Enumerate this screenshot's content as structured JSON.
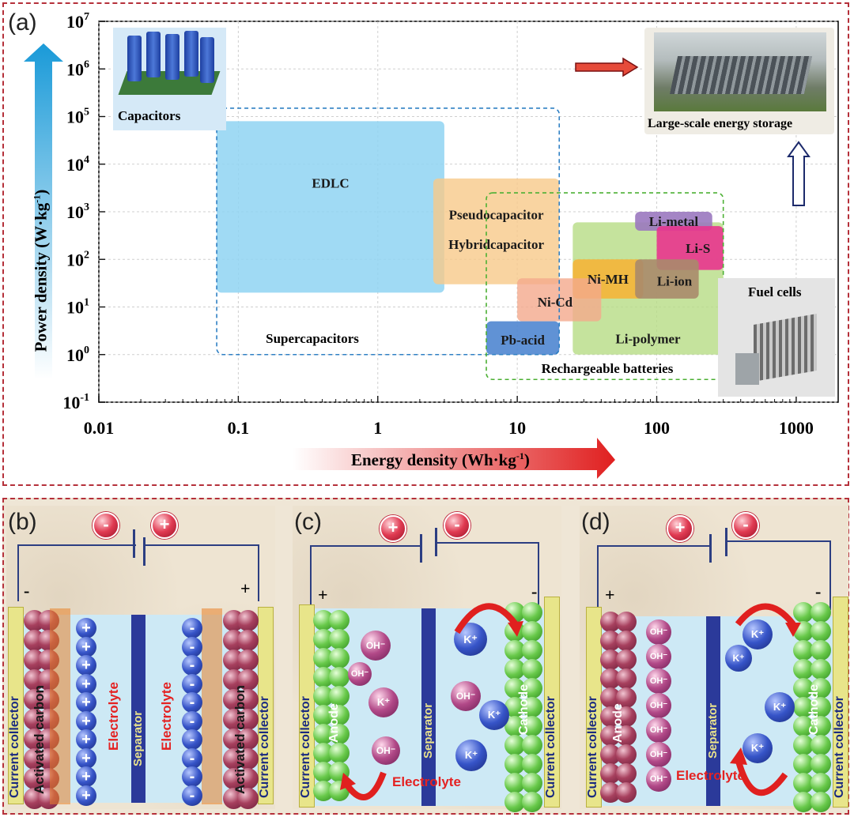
{
  "panel_a": {
    "label": "(a)",
    "ylabel": "Power density (W·kg",
    "ylabel_sup": "-1",
    "ylabel_end": ")",
    "xlabel": "Energy density (Wh·kg",
    "xlabel_sup": "-1",
    "xlabel_end": ")",
    "x_ticks": [
      "0.01",
      "0.1",
      "1",
      "10",
      "100",
      "1000"
    ],
    "y_ticks": [
      {
        "base": "10",
        "exp": "7"
      },
      {
        "base": "10",
        "exp": "6"
      },
      {
        "base": "10",
        "exp": "5"
      },
      {
        "base": "10",
        "exp": "4"
      },
      {
        "base": "10",
        "exp": "3"
      },
      {
        "base": "10",
        "exp": "2"
      },
      {
        "base": "10",
        "exp": "1"
      },
      {
        "base": "10",
        "exp": "0"
      },
      {
        "base": "10",
        "exp": "-1"
      }
    ],
    "capacitors_caption": "Capacitors",
    "large_scale_caption": "Large-scale energy storage",
    "fuel_cells_caption": "Fuel cells",
    "supercapacitors_label": "Supercapacitors",
    "rechargeable_label": "Rechargeable batteries",
    "colors": {
      "edlc": "#8fd3f2",
      "pseudo": "#f8c98a",
      "lipoly": "#b7dc84",
      "nimh": "#f7b233",
      "nicd": "#f4a98c",
      "pbacid": "#4f86d0",
      "limetal": "#9a78bf",
      "lis": "#e8348e",
      "liion": "#a9896b"
    }
  },
  "chart_data": {
    "type": "area",
    "x_scale": "log",
    "y_scale": "log",
    "xlim": [
      0.01,
      2000
    ],
    "ylim": [
      0.1,
      10000000
    ],
    "regions": [
      {
        "name": "EDLC",
        "x": [
          0.07,
          3
        ],
        "y": [
          20,
          80000
        ]
      },
      {
        "name": "Pseudocapacitor",
        "x": [
          2.5,
          20
        ],
        "y": [
          30,
          5000
        ]
      },
      {
        "name": "Hybridcapacitor",
        "x": [
          2.5,
          20
        ],
        "y": [
          30,
          5000
        ]
      },
      {
        "name": "Li-polymer",
        "x": [
          25,
          300
        ],
        "y": [
          1,
          600
        ]
      },
      {
        "name": "Ni-MH",
        "x": [
          25,
          80
        ],
        "y": [
          15,
          100
        ]
      },
      {
        "name": "Ni-Cd",
        "x": [
          10,
          40
        ],
        "y": [
          5,
          40
        ]
      },
      {
        "name": "Pb-acid",
        "x": [
          6,
          20
        ],
        "y": [
          1,
          5
        ]
      },
      {
        "name": "Li-metal",
        "x": [
          70,
          250
        ],
        "y": [
          400,
          1000
        ]
      },
      {
        "name": "Li-S",
        "x": [
          100,
          300
        ],
        "y": [
          60,
          500
        ]
      },
      {
        "name": "Li-ion",
        "x": [
          70,
          200
        ],
        "y": [
          15,
          100
        ]
      }
    ],
    "groups": [
      {
        "name": "Supercapacitors",
        "x": [
          0.07,
          20
        ],
        "y": [
          1,
          150000
        ]
      },
      {
        "name": "Rechargeable batteries",
        "x": [
          6,
          300
        ],
        "y": [
          0.3,
          2500
        ]
      }
    ]
  },
  "panel_b": {
    "label": "(b)",
    "minus": "-",
    "plus": "+",
    "neg": "-",
    "pos": "+",
    "current_collector": "Current collector",
    "activated_carbon": "Activated carbon",
    "electrolyte": "Electrolyte",
    "separator": "Separator"
  },
  "panel_c": {
    "label": "(c)",
    "plus": "+",
    "minus": "-",
    "pos": "+",
    "neg": "-",
    "current_collector": "Current collector",
    "anode": "Anode",
    "cathode": "Cathode",
    "separator": "Separator",
    "electrolyte": "Electrolyte",
    "oh": "OH⁻",
    "k": "K⁺"
  },
  "panel_d": {
    "label": "(d)",
    "plus": "+",
    "minus": "-",
    "pos": "+",
    "neg": "-",
    "current_collector": "Current collector",
    "anode": "Anode",
    "cathode": "Cathode",
    "separator": "Separator",
    "electrolyte": "Electrolyte",
    "oh": "OH⁻",
    "k": "K⁺"
  }
}
